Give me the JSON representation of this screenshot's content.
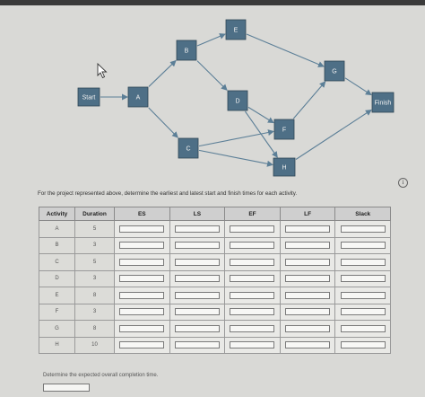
{
  "diagram": {
    "nodes": [
      {
        "id": "start",
        "label": "Start"
      },
      {
        "id": "A",
        "label": "A"
      },
      {
        "id": "B",
        "label": "B"
      },
      {
        "id": "C",
        "label": "C"
      },
      {
        "id": "D",
        "label": "D"
      },
      {
        "id": "E",
        "label": "E"
      },
      {
        "id": "F",
        "label": "F"
      },
      {
        "id": "G",
        "label": "G"
      },
      {
        "id": "H",
        "label": "H"
      },
      {
        "id": "finish",
        "label": "Finish"
      }
    ],
    "edges": [
      [
        "start",
        "A"
      ],
      [
        "A",
        "B"
      ],
      [
        "A",
        "C"
      ],
      [
        "B",
        "E"
      ],
      [
        "B",
        "D"
      ],
      [
        "E",
        "G"
      ],
      [
        "D",
        "F"
      ],
      [
        "D",
        "H"
      ],
      [
        "C",
        "F"
      ],
      [
        "C",
        "H"
      ],
      [
        "F",
        "G"
      ],
      [
        "G",
        "finish"
      ],
      [
        "H",
        "finish"
      ]
    ],
    "colors": {
      "node_fill": "#4e6f86",
      "node_border": "#2f4656",
      "arrow": "#5c7f97"
    }
  },
  "question": "For the project represented above, determine the earliest and latest start and finish times for each activity.",
  "info_icon": "i",
  "table": {
    "headers": [
      "Activity",
      "Duration",
      "ES",
      "LS",
      "EF",
      "LF",
      "Slack"
    ],
    "rows": [
      {
        "activity": "A",
        "duration": "5"
      },
      {
        "activity": "B",
        "duration": "3"
      },
      {
        "activity": "C",
        "duration": "5"
      },
      {
        "activity": "D",
        "duration": "3"
      },
      {
        "activity": "E",
        "duration": "8"
      },
      {
        "activity": "F",
        "duration": "3"
      },
      {
        "activity": "G",
        "duration": "8"
      },
      {
        "activity": "H",
        "duration": "10"
      }
    ]
  },
  "completion_label": "Determine the expected overall completion time."
}
